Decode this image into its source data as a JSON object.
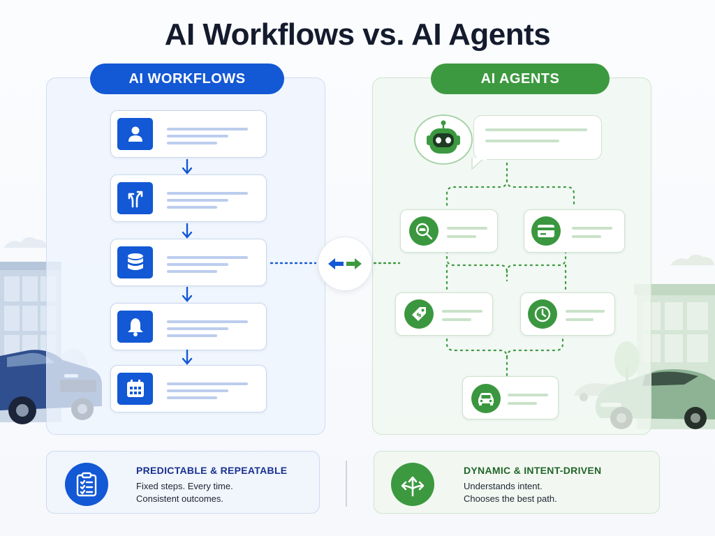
{
  "title": "AI Workflows vs. AI Agents",
  "workflows": {
    "label": "AI WORKFLOWS",
    "steps": [
      "user-icon",
      "route-icon",
      "database-icon",
      "bell-icon",
      "calendar-icon"
    ],
    "summary": {
      "title": "PREDICTABLE & REPEATABLE",
      "line1": "Fixed steps. Every time.",
      "line2": "Consistent outcomes."
    }
  },
  "agents": {
    "label": "AI AGENTS",
    "tools": [
      "car-search-icon",
      "credit-card-icon",
      "price-tag-icon",
      "clock-icon",
      "car-icon"
    ],
    "summary": {
      "title": "DYNAMIC & INTENT-DRIVEN",
      "line1": "Understands intent.",
      "line2": "Chooses the best path."
    }
  },
  "colors": {
    "blue": "#1358d4",
    "green": "#3c9940",
    "title": "#141b2d"
  }
}
